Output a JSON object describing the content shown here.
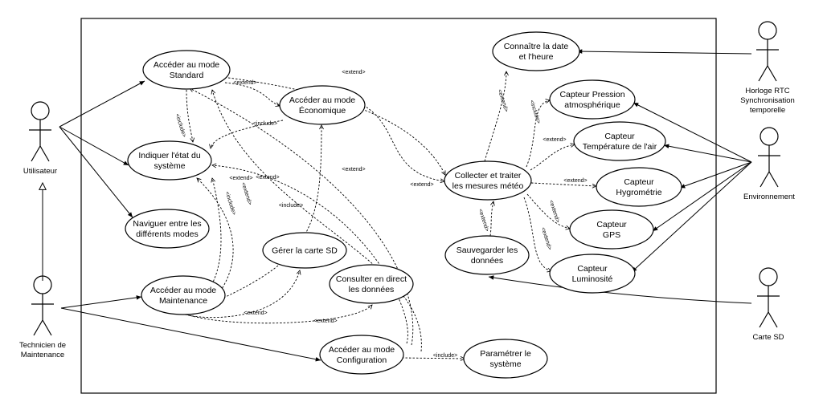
{
  "actors": [
    {
      "id": "utilisateur",
      "lines": [
        "Utilisateur"
      ]
    },
    {
      "id": "technicien",
      "lines": [
        "Technicien de",
        "Maintenance"
      ]
    },
    {
      "id": "horloge",
      "lines": [
        "Horloge RTC",
        "Synchronisation",
        "temporelle"
      ]
    },
    {
      "id": "environnement",
      "lines": [
        "Environnement"
      ]
    },
    {
      "id": "carte-sd",
      "lines": [
        "Carte SD"
      ]
    }
  ],
  "use_cases": [
    {
      "id": "standard",
      "lines": [
        "Accéder au mode",
        "Standard"
      ]
    },
    {
      "id": "economique",
      "lines": [
        "Accéder au mode",
        "Économique"
      ]
    },
    {
      "id": "etat",
      "lines": [
        "Indiquer l'état du",
        "système"
      ]
    },
    {
      "id": "naviguer",
      "lines": [
        "Naviguer entre les",
        "différents modes"
      ]
    },
    {
      "id": "gerer-sd",
      "lines": [
        "Gérer la carte SD"
      ]
    },
    {
      "id": "consulter",
      "lines": [
        "Consulter en direct",
        "les données"
      ]
    },
    {
      "id": "maintenance",
      "lines": [
        "Accéder au mode",
        "Maintenance"
      ]
    },
    {
      "id": "configuration",
      "lines": [
        "Accéder au mode",
        "Configuration"
      ]
    },
    {
      "id": "parametrer",
      "lines": [
        "Paramétrer le",
        "système"
      ]
    },
    {
      "id": "collecter",
      "lines": [
        "Collecter et traiter",
        "les mesures météo"
      ]
    },
    {
      "id": "date",
      "lines": [
        "Connaître la date",
        "et l'heure"
      ]
    },
    {
      "id": "pression",
      "lines": [
        "Capteur Pression",
        "atmosphérique"
      ]
    },
    {
      "id": "temperature",
      "lines": [
        "Capteur",
        "Température de l'air"
      ]
    },
    {
      "id": "hygrometrie",
      "lines": [
        "Capteur",
        "Hygrométrie"
      ]
    },
    {
      "id": "gps",
      "lines": [
        "Capteur",
        "GPS"
      ]
    },
    {
      "id": "sauvegarder",
      "lines": [
        "Sauvegarder les",
        "données"
      ]
    },
    {
      "id": "luminosite",
      "lines": [
        "Capteur",
        "Luminosité"
      ]
    }
  ],
  "relations": [
    {
      "label": "<extend>"
    },
    {
      "label": "<extend>"
    },
    {
      "label": "<include>"
    },
    {
      "label": "<include>"
    },
    {
      "label": "<include>"
    },
    {
      "label": "<extend>"
    },
    {
      "label": "<include>"
    },
    {
      "label": "<extend>"
    },
    {
      "label": "<extend>"
    },
    {
      "label": "<extend>"
    },
    {
      "label": "<extend>"
    },
    {
      "label": "<extend>"
    },
    {
      "label": "<include>"
    },
    {
      "label": "<extend>"
    },
    {
      "label": "<extend>"
    },
    {
      "label": "<extend>"
    },
    {
      "label": "<extend>"
    },
    {
      "label": "<extend>"
    },
    {
      "label": "<extend>"
    },
    {
      "label": "<include>"
    },
    {
      "label": "<extend>"
    }
  ]
}
